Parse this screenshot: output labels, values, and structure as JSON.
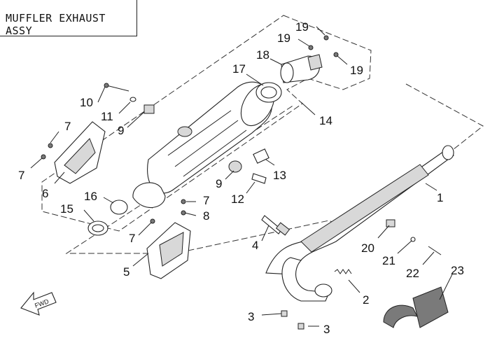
{
  "title": "MUFFLER EXHAUST ASSY",
  "fwd_label": "FWD",
  "callouts": [
    "1",
    "2",
    "3",
    "3",
    "4",
    "5",
    "6",
    "7",
    "7",
    "7",
    "7",
    "8",
    "9",
    "9",
    "10",
    "11",
    "12",
    "13",
    "14",
    "15",
    "16",
    "17",
    "18",
    "19",
    "19",
    "19",
    "20",
    "21",
    "22",
    "23"
  ]
}
